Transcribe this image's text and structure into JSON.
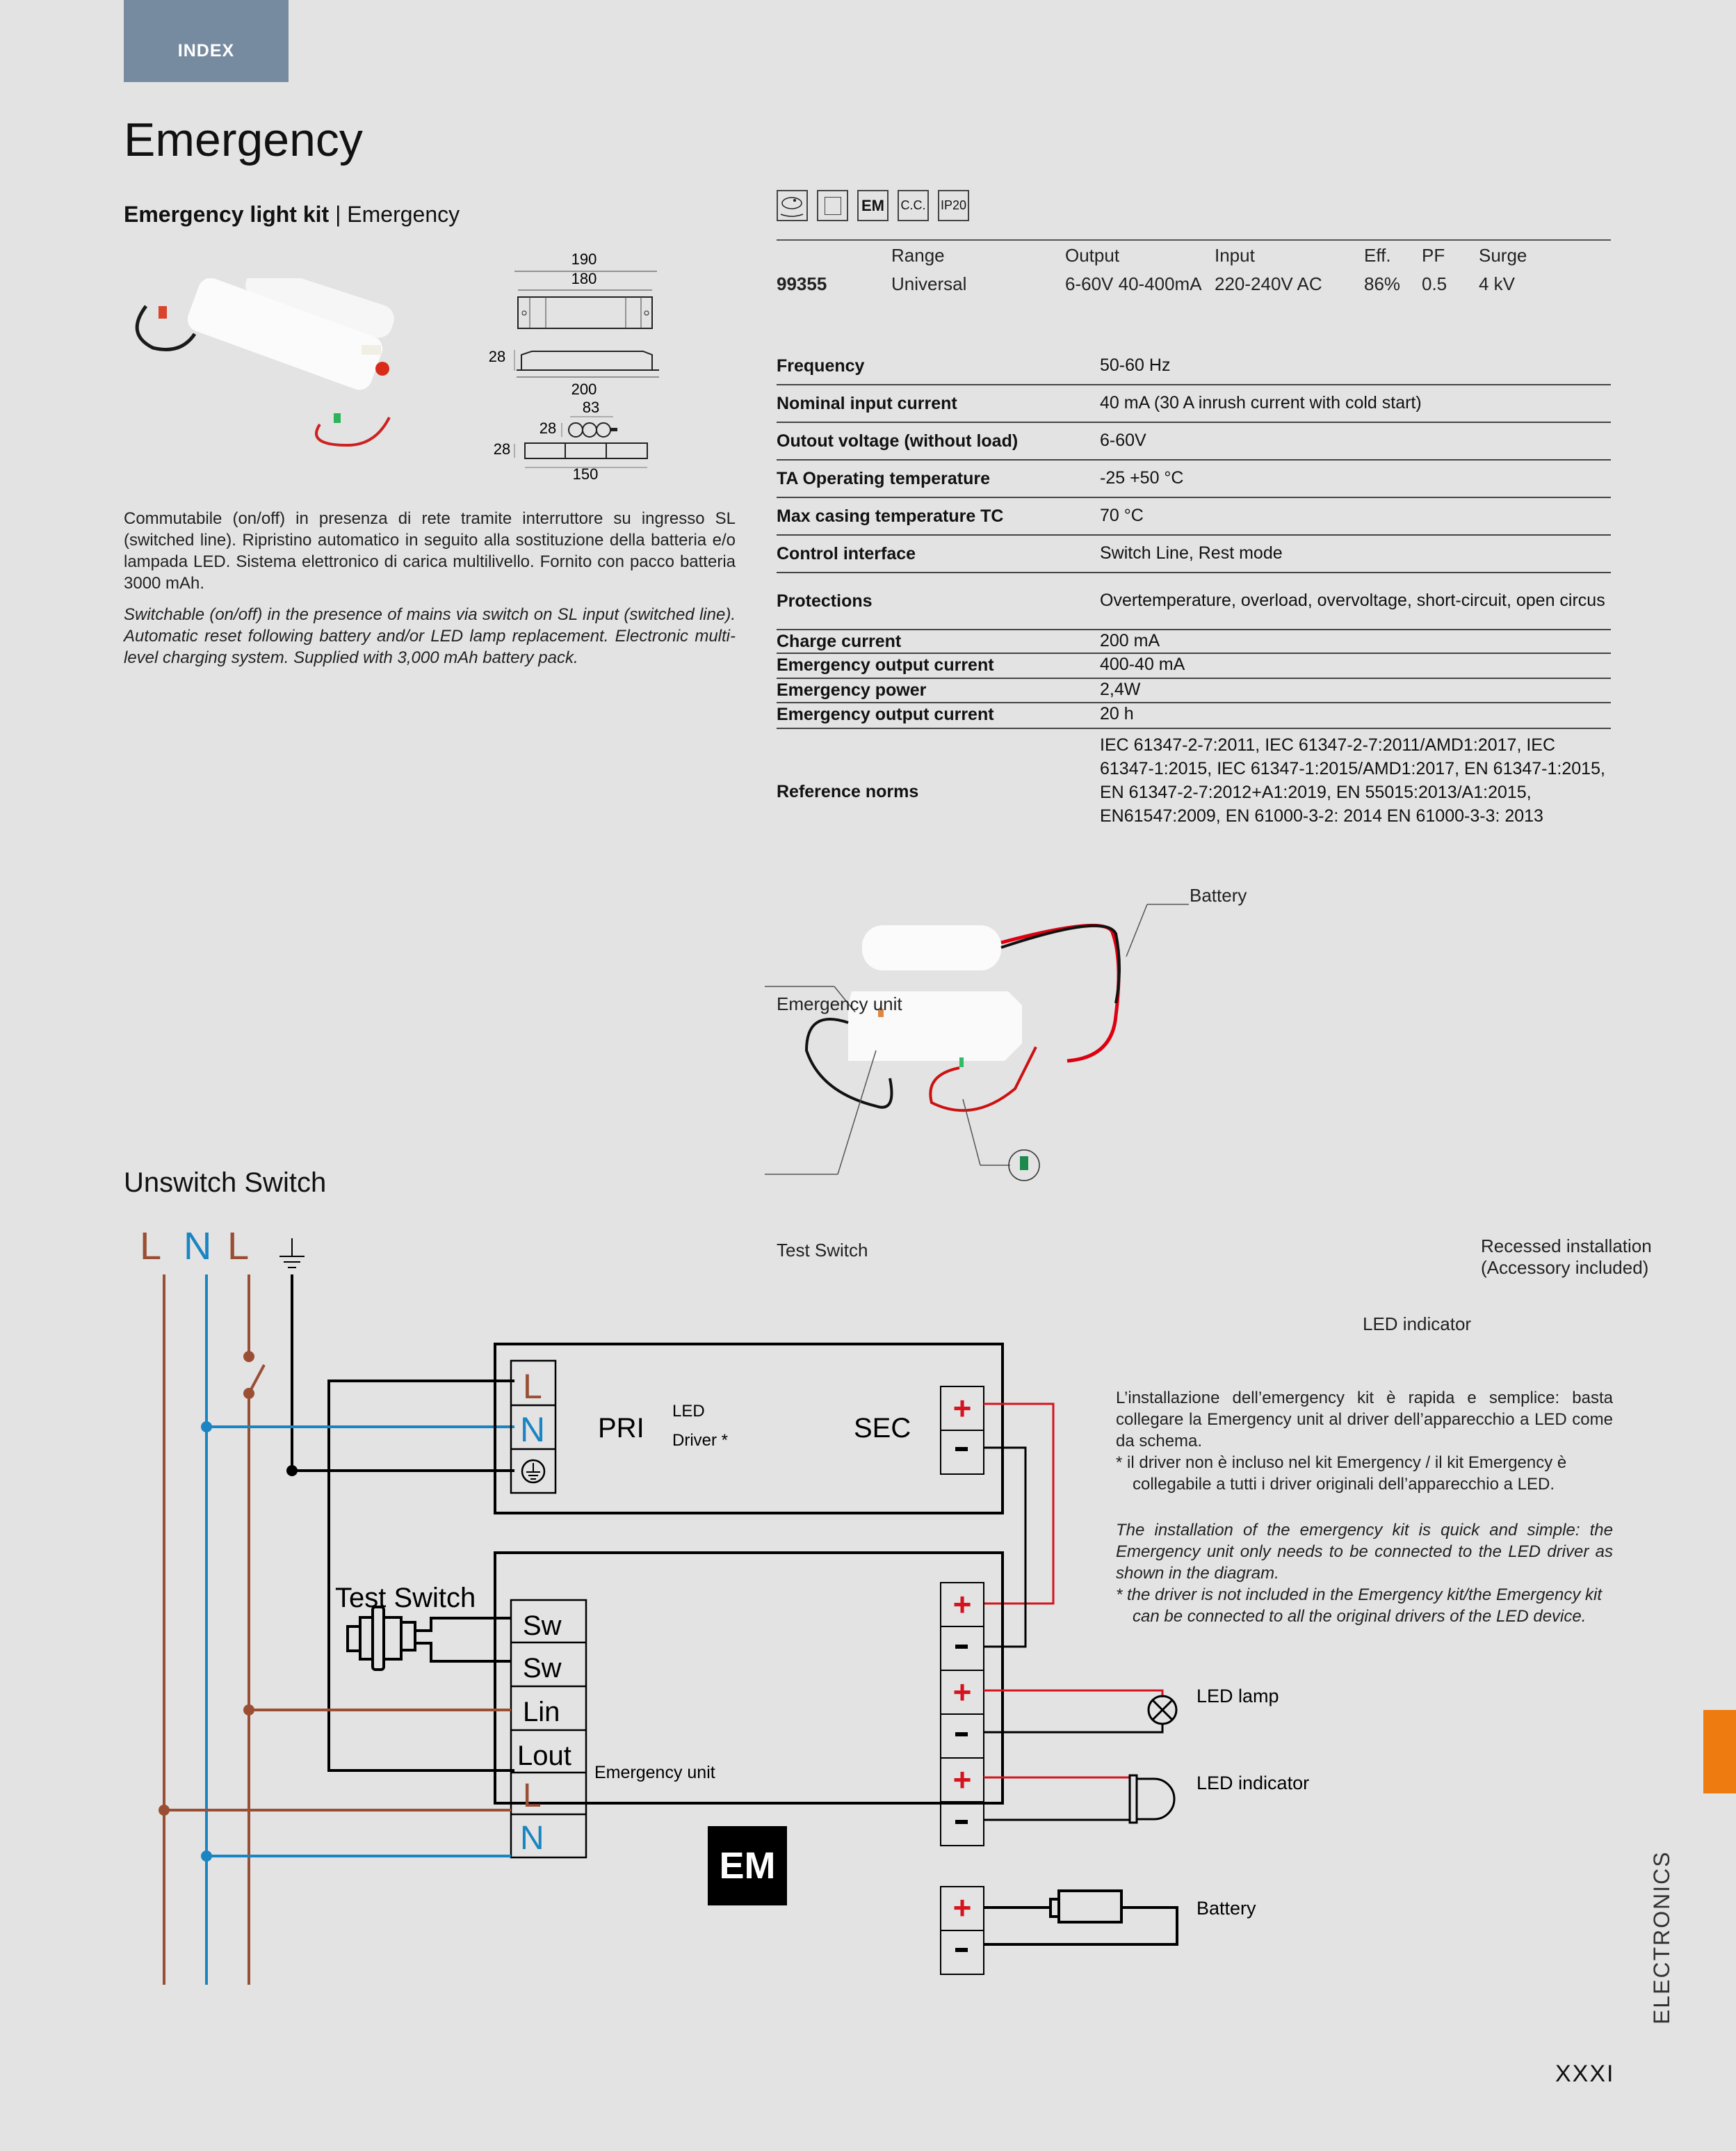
{
  "header": {
    "index_tab": "INDEX",
    "page_title": "Emergency"
  },
  "product": {
    "title_bold": "Emergency light kit",
    "separator": " | ",
    "title_light": "Emergency",
    "dimensions": {
      "w1": "190",
      "w2": "180",
      "h1": "28",
      "w3": "200",
      "battery_w": "83",
      "battery_h": "28",
      "pack_h": "28",
      "pack_w": "150"
    },
    "description_it": "Commutabile (on/off) in presenza di rete tramite interruttore su ingresso SL (switched line). Ripristino automatico in seguito alla sostituzione della batteria e/o lampada LED. Sistema elettronico di carica multilivello. Fornito con pacco batteria 3000 mAh.",
    "description_en": "Switchable (on/off) in the presence of mains via switch on SL input (switched line). Automatic reset following battery and/or LED lamp replacement. Electronic multi-level charging system. Supplied with 3,000 mAh battery pack."
  },
  "cert_icons": [
    {
      "name": "cable-icon",
      "label": ""
    },
    {
      "name": "class-ii-icon",
      "label": ""
    },
    {
      "name": "em-icon",
      "label": "EM"
    },
    {
      "name": "cc-icon",
      "label": "C.C."
    },
    {
      "name": "ip20-icon",
      "label": "IP20"
    }
  ],
  "summary_table": {
    "headers": [
      "",
      "Range",
      "Output",
      "Input",
      "Eff.",
      "PF",
      "Surge"
    ],
    "row": [
      "99355",
      "Universal",
      "6-60V 40-400mA",
      "220-240V AC",
      "86%",
      "0.5",
      "4 kV"
    ]
  },
  "specs": [
    {
      "k": "Frequency",
      "v": "50-60 Hz"
    },
    {
      "k": "Nominal input current",
      "v": "40 mA (30 A inrush current with cold start)"
    },
    {
      "k": "Outout voltage (without load)",
      "v": "6-60V"
    },
    {
      "k": "TA Operating temperature",
      "v": "-25 +50 °C"
    },
    {
      "k": "Max casing temperature TC",
      "v": "70 °C"
    },
    {
      "k": "Control interface",
      "v": "Switch Line, Rest mode"
    },
    {
      "k": "Protections",
      "v": "Overtemperature, overload, overvoltage, short-circuit, open circus"
    },
    {
      "k": "Charge current",
      "v": "200 mA"
    },
    {
      "k": "Emergency output current",
      "v": "400-40 mA"
    },
    {
      "k": "Emergency power",
      "v": "2,4W"
    },
    {
      "k": "Emergency output current",
      "v": "20 h"
    },
    {
      "k": "Reference norms",
      "v": "IEC 61347-2-7:2011, IEC 61347-2-7:2011/AMD1:2017, IEC 61347-1:2015, IEC 61347-1:2015/AMD1:2017, EN 61347-1:2015, EN 61347-2-7:2012+A1:2019, EN 55015:2013/A1:2015,  EN61547:2009, EN 61000-3-2: 2014 EN 61000-3-3: 2013"
    }
  ],
  "photo_callouts": {
    "battery": "Battery",
    "emergency_unit": "Emergency unit",
    "test_switch": "Test Switch",
    "led_indicator": "LED indicator",
    "recessed_1": "Recessed installation",
    "recessed_2": "(Accessory included)"
  },
  "diagram": {
    "title": "Unswitch Switch",
    "mains": [
      "L",
      "N",
      "L"
    ],
    "driver": {
      "terminals": [
        "L",
        "N"
      ],
      "pri": "PRI",
      "label_1": "LED",
      "label_2": "Driver *",
      "sec": "SEC",
      "plus": "+",
      "minus": "-"
    },
    "test_switch": "Test Switch",
    "em_unit": {
      "terminals": [
        "Sw",
        "Sw",
        "Lin",
        "Lout",
        "L",
        "N"
      ],
      "label": "Emergency unit",
      "logo": "EM"
    },
    "outputs": {
      "led_lamp": "LED lamp",
      "led_indicator": "LED indicator",
      "battery": "Battery"
    },
    "colors": {
      "live": "#9a4f35",
      "neutral": "#1a85c2",
      "positive": "#d4151f",
      "wire": "#000000"
    }
  },
  "install_it": {
    "body": "L’installazione dell’emergency kit è rapida e semplice: basta collegare la Emergency unit al driver dell’apparecchio a LED come da schema.",
    "note": "*  il driver non è incluso nel kit Emergency / il kit Emergency è collegabile a tutti i driver originali dell’apparecchio a LED."
  },
  "install_en": {
    "body": "The installation of the emergency kit is quick and simple: the Emergency unit only needs to be connected to the LED driver as shown in the diagram.",
    "note": "*  the driver is not included in the Emergency kit/the Emergency kit can be connected to all the original drivers of the LED device."
  },
  "footer": {
    "section": "ELECTRONICS",
    "page_number": "XXXI",
    "tab_color": "#ee7b10"
  }
}
